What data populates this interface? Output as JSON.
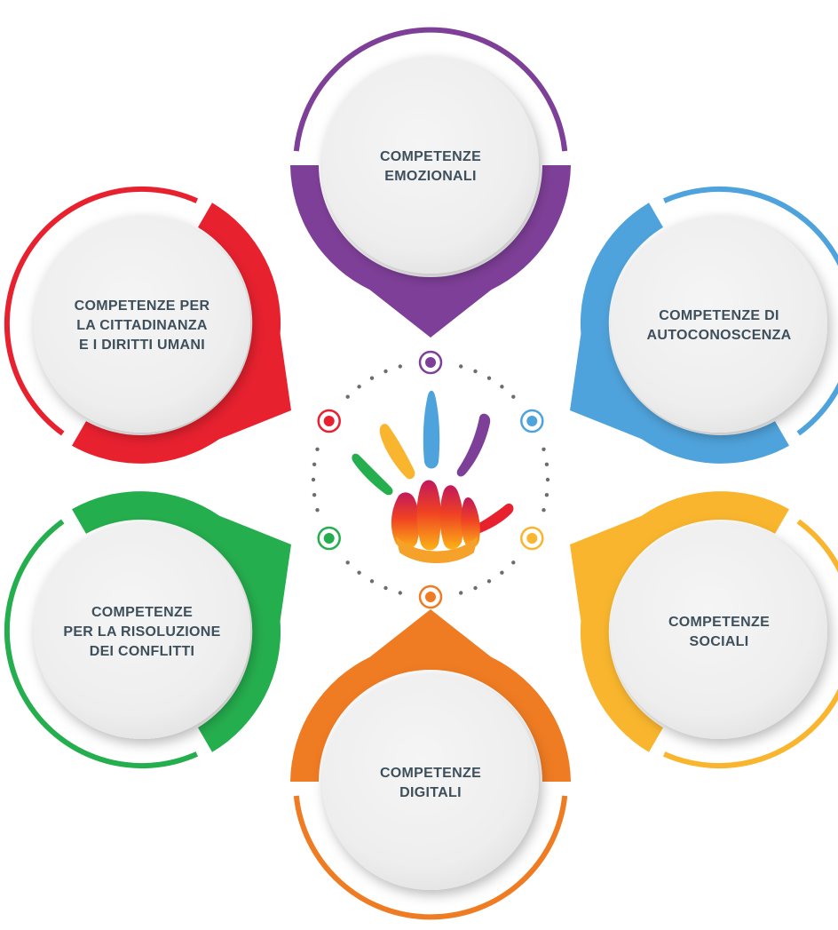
{
  "nodes": [
    {
      "id": "emozionali",
      "lines": [
        "COMPETENZE",
        "EMOZIONALI"
      ],
      "color": "#7e3f98"
    },
    {
      "id": "autoconoscenza",
      "lines": [
        "COMPETENZE DI",
        "AUTOCONOSCENZA"
      ],
      "color": "#4fa3dc"
    },
    {
      "id": "sociali",
      "lines": [
        "COMPETENZE",
        "SOCIALI"
      ],
      "color": "#f9b52d"
    },
    {
      "id": "digitali",
      "lines": [
        "COMPETENZE",
        "DIGITALI"
      ],
      "color": "#ef7b22"
    },
    {
      "id": "conflitti",
      "lines": [
        "COMPETENZE",
        "PER LA RISOLUZIONE",
        "DEI CONFLITTI"
      ],
      "color": "#25ae4e"
    },
    {
      "id": "cittadinanza",
      "lines": [
        "COMPETENZE PER",
        "LA CITTADINANZA",
        "E I DIRITTI UMANI"
      ],
      "color": "#e8212f"
    }
  ],
  "center": {
    "icon": "colorful-hand-logo-icon",
    "dot_color": "#6d6d6d"
  }
}
